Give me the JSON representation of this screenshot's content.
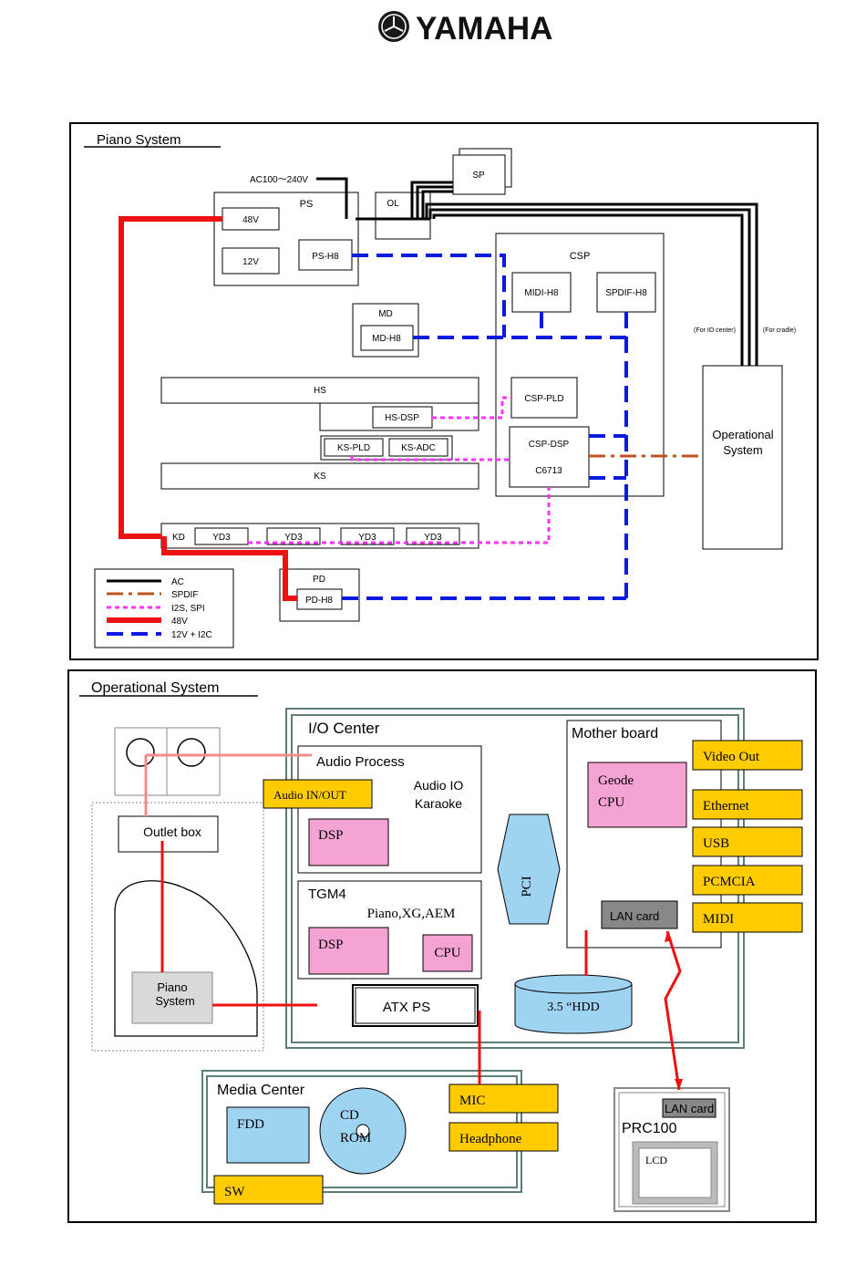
{
  "logo": {
    "text": "YAMAHA"
  },
  "piano": {
    "title": "Piano System",
    "ac": "AC100～240V",
    "ps": "PS",
    "ps48": "48V",
    "ps12": "12V",
    "psh8": "PS-H8",
    "ol": "OL",
    "sp": "SP",
    "csp": "CSP",
    "midih8": "MIDI-H8",
    "spdifh8": "SPDIF-H8",
    "cspPld": "CSP-PLD",
    "cspDsp": "CSP-DSP",
    "c6713": "C6713",
    "md": "MD",
    "mdh8": "MD-H8",
    "hs": "HS",
    "hsdsp": "HS-DSP",
    "kspld": "KS-PLD",
    "ksadc": "KS-ADC",
    "ks": "KS",
    "kd": "KD",
    "yd3": "YD3",
    "pd": "PD",
    "pdh8": "PD-H8",
    "forIO": "(For IO center)",
    "forCradle": "(For cradle)",
    "opSys1": "Operational",
    "opSys2": "System",
    "legend": [
      {
        "label": "AC",
        "color": "#000000"
      },
      {
        "label": "SPDIF",
        "color": "#c0501e"
      },
      {
        "label": "I2S, SPI",
        "color": "#ff33ff"
      },
      {
        "label": "48V",
        "color": "#ee1111"
      },
      {
        "label": "12V + I2C",
        "color": "#0a1adf"
      }
    ]
  },
  "op": {
    "title": "Operational System",
    "ioCenter": "I/O Center",
    "audioProcess": "Audio Process",
    "audioIO": "Audio IO",
    "karaoke": "Karaoke",
    "audioInOut": "Audio IN/OUT",
    "dsp": "DSP",
    "tgm4": "TGM4",
    "pianoXg": "Piano,XG,AEM",
    "cpu": "CPU",
    "pci": "PCI",
    "mother": "Mother board",
    "geode": "Geode",
    "geodeCpu": "CPU",
    "lanCard": "LAN card",
    "hdd": "3.5 “HDD",
    "atx": "ATX PS",
    "outlet": "Outlet box",
    "pianoSys1": "Piano",
    "pianoSys2": "System",
    "ports": [
      "Video Out",
      "Ethernet",
      "USB",
      "PCMCIA",
      "MIDI"
    ],
    "media": "Media Center",
    "fdd": "FDD",
    "cd": "CD",
    "rom": "ROM",
    "sw": "SW",
    "mic": "MIC",
    "headphone": "Headphone",
    "prc": "PRC100",
    "prcLan": "LAN card",
    "lcd": "LCD"
  }
}
